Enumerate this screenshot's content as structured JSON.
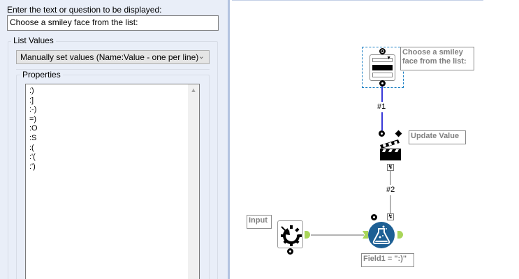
{
  "config": {
    "prompt_label": "Enter the text or question to be displayed:",
    "prompt_value": "Choose a smiley face from the list:",
    "list_values_title": "List Values",
    "select_value": "Manually set values (Name:Value - one per line)",
    "properties_title": "Properties",
    "list_items": [
      ":)",
      ":]",
      ":-)",
      "=)",
      ":O",
      ":S",
      ":(",
      ":'(",
      ":')"
    ]
  },
  "canvas": {
    "annotations": {
      "dropdown": "Choose a smiley face from the list:",
      "update": "Update Value",
      "input": "Input",
      "formula": "Field1 = \":)\""
    },
    "connections": {
      "c1": "#1",
      "c2": "#2"
    },
    "colors": {
      "selected_border": "#1b7fc4",
      "question_connection": "#3838d8",
      "anchor_green": "#a9d55a",
      "formula_blue": "#1d5f94"
    }
  }
}
